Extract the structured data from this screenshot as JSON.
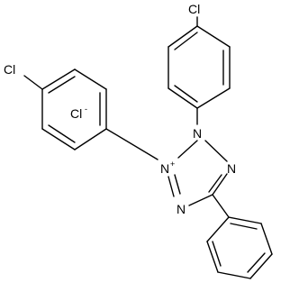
{
  "structure": {
    "atoms": {
      "cl_top": "Cl",
      "cl_left": "Cl",
      "chloride": "Cl",
      "chloride_charge": "-",
      "n_upper": "N",
      "n_plus": "N",
      "n_plus_charge": "+",
      "n_right": "N",
      "n_bottom": "N"
    }
  }
}
